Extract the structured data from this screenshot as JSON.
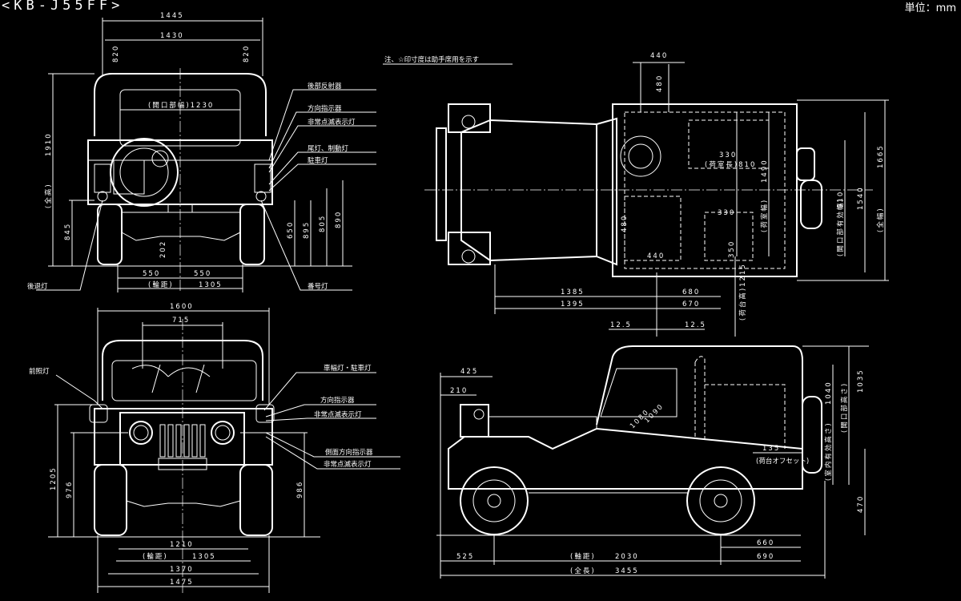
{
  "header": {
    "model": "<KB-J55FF>",
    "unit": "単位：mm"
  },
  "note": "注、☆印寸度は助手席用を示す",
  "rear_view": {
    "dims": [
      "1445",
      "1430",
      "820",
      "820",
      "(開口部幅)1230",
      "1910",
      "(全高)",
      "845",
      "650",
      "895",
      "805",
      "890",
      "202",
      "550",
      "550",
      "(輪距)",
      "1305"
    ],
    "labels": [
      "後部反射器",
      "方向指示器",
      "非常点滅表示灯",
      "尾灯、制動灯",
      "駐車灯",
      "後退灯",
      "番号灯"
    ]
  },
  "front_view": {
    "dims": [
      "1600",
      "715",
      "1205",
      "976",
      "986",
      "1210",
      "(輪距)",
      "1305",
      "1370",
      "1475"
    ],
    "labels": [
      "前照灯",
      "車幅灯・駐車灯",
      "方向指示器",
      "非常点滅表示灯",
      "側面方向指示器",
      "非常点滅表示灯"
    ]
  },
  "top_view": {
    "dims": [
      "440",
      "480",
      "330",
      "(荷室長)810",
      "1490",
      "(荷室幅)",
      "910",
      "(開口部有効幅)",
      "1540",
      "1665",
      "(全幅)",
      "480",
      "440",
      "330",
      "350",
      "1385",
      "680",
      "1395",
      "670",
      "12.5",
      "12.5",
      "(荷台高)1215"
    ]
  },
  "side_view": {
    "dims": [
      "425",
      "210",
      "1040",
      "1035",
      "(開口部高さ)",
      "(室内有効高さ)",
      "135",
      "(荷台オフセット)",
      "470",
      "1080",
      "1090",
      "660",
      "690",
      "525",
      "(軸距)",
      "2030",
      "(全長)",
      "3455"
    ]
  }
}
